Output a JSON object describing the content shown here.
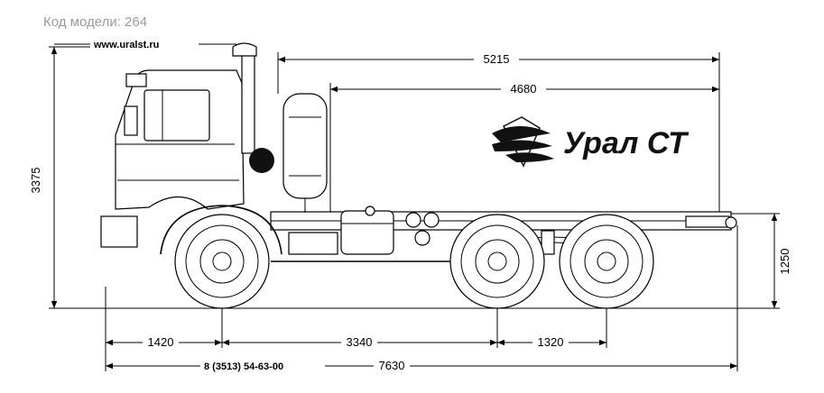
{
  "header": {
    "model_code": "Код модели: 264",
    "website": "www.uralst.ru"
  },
  "brand": {
    "name": "Урал СТ"
  },
  "dimensions": {
    "overall_height": "3375",
    "rear_overhang_from_cab": "5215",
    "body_length": "4680",
    "frame_height": "1250",
    "front_overhang": "1420",
    "wheelbase_front": "3340",
    "wheelbase_rear": "1320",
    "overall_length": "7630"
  },
  "footer": {
    "phone": "8 (3513) 54-63-00"
  }
}
